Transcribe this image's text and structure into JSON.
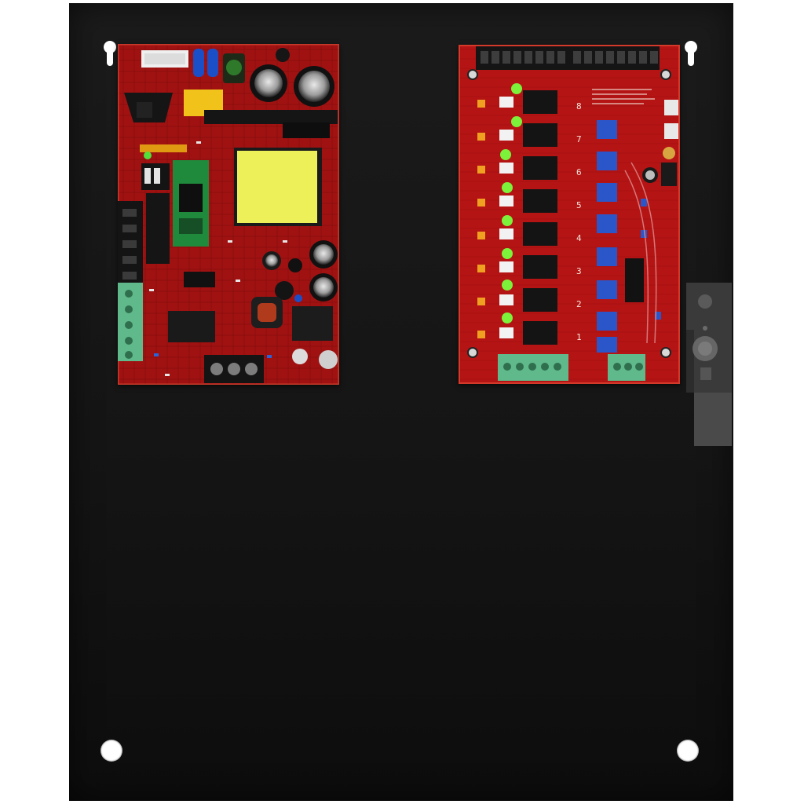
{
  "scene": {
    "subject": "",
    "colors": {
      "enclosure": "#161616",
      "pcb_red": "#b31212",
      "pcb_dark_red": "#8a0c0c",
      "terminal_green": "#5fb98a",
      "led_green": "#7cf23a",
      "transformer_yellow": "#eef05a",
      "relay_black": "#141414",
      "module_green": "#1f8a3c",
      "background": "#ffffff"
    }
  },
  "relay_board": {
    "channel_labels": [
      "8",
      "7",
      "6",
      "5",
      "4",
      "3",
      "2",
      "1"
    ]
  }
}
